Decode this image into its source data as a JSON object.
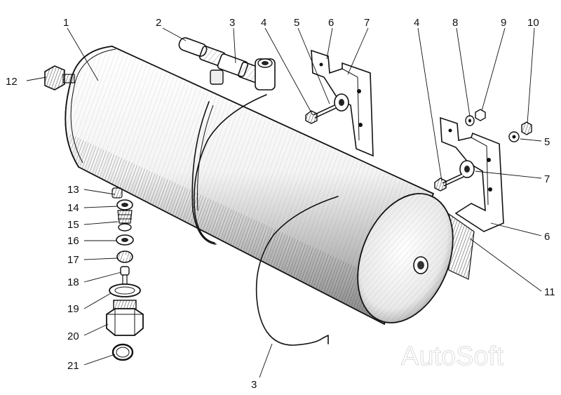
{
  "diagram": {
    "callouts": [
      {
        "id": "c1",
        "text": "1"
      },
      {
        "id": "c2",
        "text": "2"
      },
      {
        "id": "c3a",
        "text": "3"
      },
      {
        "id": "c4a",
        "text": "4"
      },
      {
        "id": "c5a",
        "text": "5"
      },
      {
        "id": "c6a",
        "text": "6"
      },
      {
        "id": "c7a",
        "text": "7"
      },
      {
        "id": "c4b",
        "text": "4"
      },
      {
        "id": "c8",
        "text": "8"
      },
      {
        "id": "c9",
        "text": "9"
      },
      {
        "id": "c10",
        "text": "10"
      },
      {
        "id": "c12",
        "text": "12"
      },
      {
        "id": "c5b",
        "text": "5"
      },
      {
        "id": "c7b",
        "text": "7"
      },
      {
        "id": "c13",
        "text": "13"
      },
      {
        "id": "c14",
        "text": "14"
      },
      {
        "id": "c15",
        "text": "15"
      },
      {
        "id": "c16",
        "text": "16"
      },
      {
        "id": "c17",
        "text": "17"
      },
      {
        "id": "c18",
        "text": "18"
      },
      {
        "id": "c6b",
        "text": "6"
      },
      {
        "id": "c19",
        "text": "19"
      },
      {
        "id": "c11",
        "text": "11"
      },
      {
        "id": "c20",
        "text": "20"
      },
      {
        "id": "c21",
        "text": "21"
      },
      {
        "id": "c3b",
        "text": "3"
      }
    ],
    "watermark": "AutoSoft"
  }
}
